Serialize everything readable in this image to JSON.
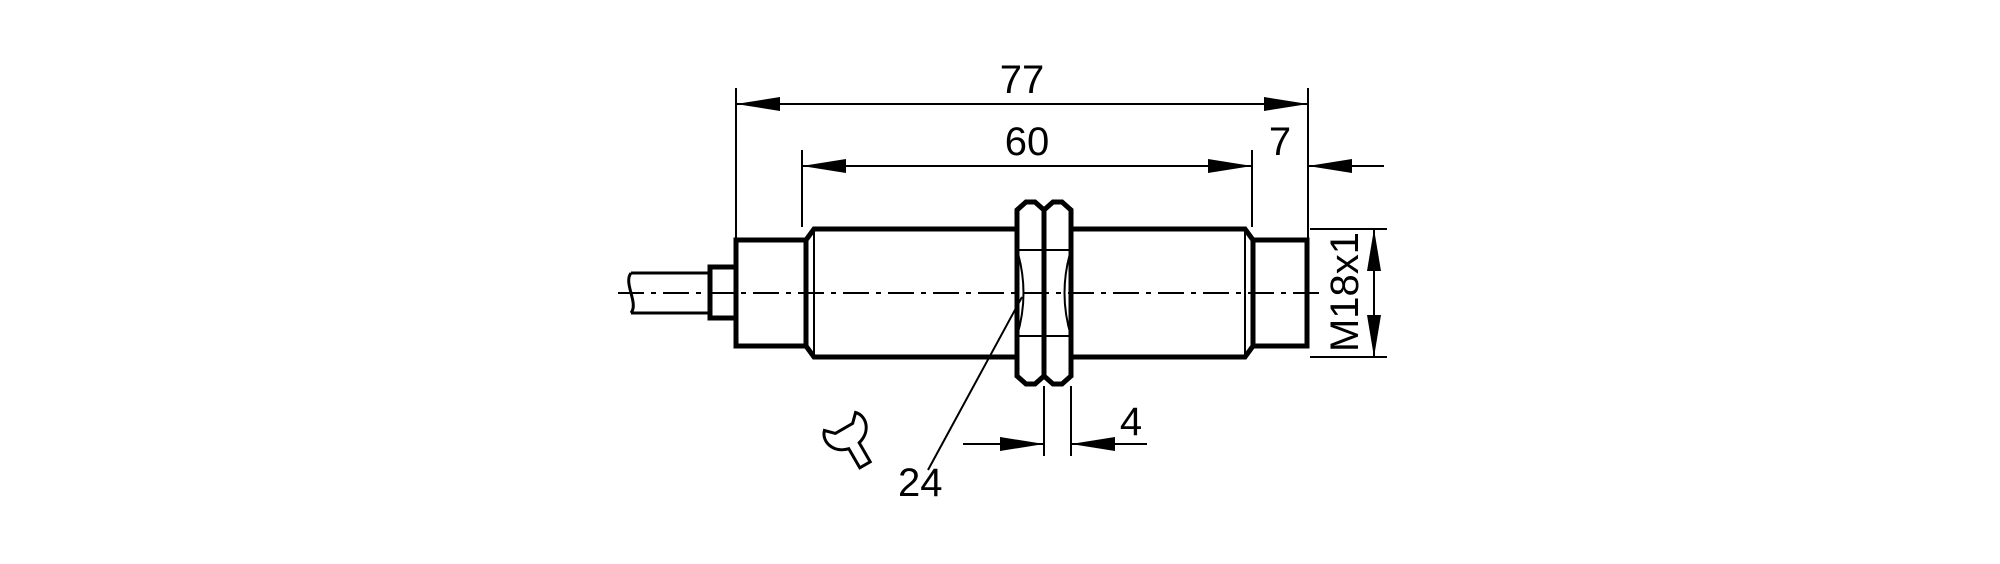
{
  "drawing": {
    "dimensions": {
      "overall_length": "77",
      "thread_length": "60",
      "end_length": "7",
      "nut_thickness": "4",
      "thread_size": "M18x1",
      "wrench_size": "24"
    },
    "icons": {
      "wrench": "wrench-icon"
    },
    "colors": {
      "line": "#000000",
      "background": "#ffffff"
    }
  }
}
